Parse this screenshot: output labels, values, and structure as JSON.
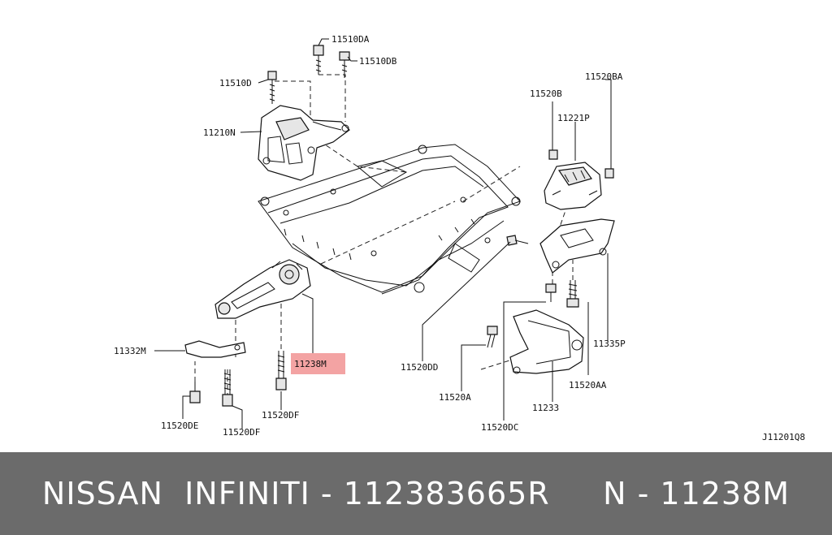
{
  "diagram": {
    "callouts": [
      {
        "id": "c_11510DA",
        "text": "11510DA"
      },
      {
        "id": "c_11510DB",
        "text": "11510DB"
      },
      {
        "id": "c_11510D",
        "text": "11510D"
      },
      {
        "id": "c_11210N",
        "text": "11210N"
      },
      {
        "id": "c_11520B",
        "text": "11520B"
      },
      {
        "id": "c_11520BA",
        "text": "11520BA"
      },
      {
        "id": "c_11221P",
        "text": "11221P"
      },
      {
        "id": "c_11332M",
        "text": "11332M"
      },
      {
        "id": "c_11238M",
        "text": "11238M"
      },
      {
        "id": "c_11520DD",
        "text": "11520DD"
      },
      {
        "id": "c_11335P",
        "text": "11335P"
      },
      {
        "id": "c_11520AA",
        "text": "11520AA"
      },
      {
        "id": "c_11520A",
        "text": "11520A"
      },
      {
        "id": "c_11233",
        "text": "11233"
      },
      {
        "id": "c_11520DE",
        "text": "11520DE"
      },
      {
        "id": "c_11520DF_a",
        "text": "11520DF"
      },
      {
        "id": "c_11520DF_b",
        "text": "11520DF"
      },
      {
        "id": "c_11520DC",
        "text": "11520DC"
      }
    ],
    "highlight_color": "#f3a3a3",
    "drawing_code": "J11201Q8"
  },
  "footer": {
    "text": "NISSAN  INFINITI - 112383665R     N - 11238M",
    "background": "#6b6b6b",
    "color": "#ffffff"
  }
}
